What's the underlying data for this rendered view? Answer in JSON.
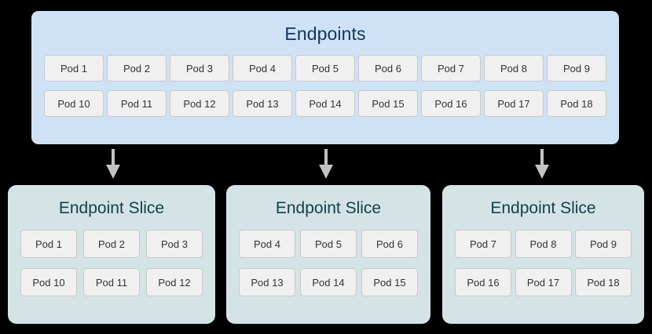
{
  "diagram": {
    "endpoints": {
      "title": "Endpoints",
      "bg_color": "#cfe2f5",
      "title_color": "#12355b",
      "rows": [
        [
          "Pod 1",
          "Pod 2",
          "Pod 3",
          "Pod 4",
          "Pod 5",
          "Pod 6",
          "Pod 7",
          "Pod 8",
          "Pod 9"
        ],
        [
          "Pod 10",
          "Pod 11",
          "Pod 12",
          "Pod 13",
          "Pod 14",
          "Pod 15",
          "Pod 16",
          "Pod 17",
          "Pod 18"
        ]
      ]
    },
    "arrows": {
      "color": "#c4c4c4",
      "direction": "down",
      "count": 3
    },
    "slices": [
      {
        "title": "Endpoint Slice",
        "rows": [
          [
            "Pod 1",
            "Pod 2",
            "Pod 3"
          ],
          [
            "Pod 10",
            "Pod 11",
            "Pod 12"
          ]
        ]
      },
      {
        "title": "Endpoint Slice",
        "rows": [
          [
            "Pod 4",
            "Pod 5",
            "Pod 6"
          ],
          [
            "Pod 13",
            "Pod 14",
            "Pod 15"
          ]
        ]
      },
      {
        "title": "Endpoint Slice",
        "rows": [
          [
            "Pod 7",
            "Pod 8",
            "Pod 9"
          ],
          [
            "Pod 16",
            "Pod 17",
            "Pod 18"
          ]
        ]
      }
    ],
    "slice_style": {
      "bg_color": "#d4e3e6",
      "title_color": "#16404a"
    },
    "pod_style": {
      "bg_color": "#f0f0f0",
      "border_color": "#c9c9c9",
      "text_color": "#333333"
    }
  }
}
